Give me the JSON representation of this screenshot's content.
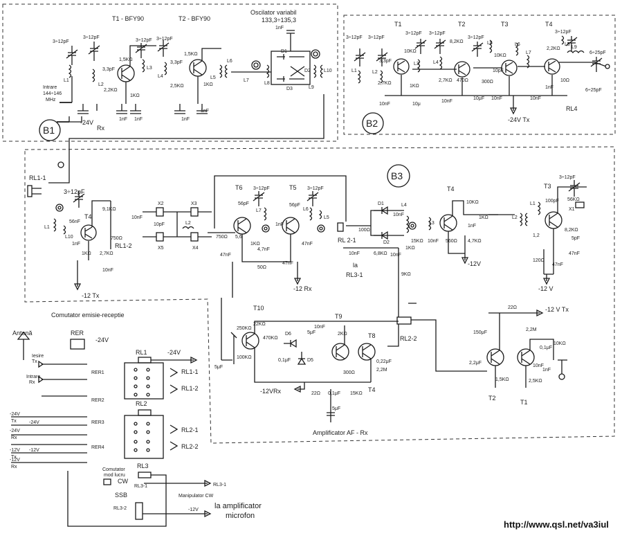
{
  "blocks": {
    "b1": {
      "label": "B1",
      "t1": "T1 - BFY90",
      "t2": "T2 - BFY90",
      "osc_title": "Oscilator variabil",
      "osc_range": "133,3÷135,3",
      "input_label": "Intrare",
      "input_range": "144÷146",
      "input_unit": "MHz",
      "supply": "-24V",
      "mode": "Rx"
    },
    "b2": {
      "label": "B2",
      "transistors": [
        "T1",
        "T2",
        "T3",
        "T4"
      ],
      "supply": "-24V Tx",
      "relay": "RL4"
    },
    "b3": {
      "label": "B3",
      "relay_rl11": "RL1-1",
      "relay_rl12": "RL1-2",
      "relay_rl21": "RL 2-1",
      "relay_rl31_prefix": "la",
      "relay_rl31": "RL3-1",
      "relay_rl22": "RL2-2",
      "supply_12tx": "-12 Tx",
      "supply_12rx": "-12 Rx",
      "supply_12v": "-12V",
      "supply_12v_b": "-12 V",
      "supply_12v_tx": "-12 V Tx",
      "supply_12vrx": "-12VRx",
      "af_amp": "Amplificator AF - Rx",
      "transistors": [
        "T4",
        "T6",
        "T5",
        "T4",
        "T3",
        "T10",
        "T9",
        "T8",
        "T4",
        "T2",
        "T1"
      ]
    },
    "switch": {
      "title": "Comutator emisie-receptie",
      "antenna": "Antenă",
      "rer": "RER",
      "rer_supply": "-24V",
      "out_tx_a": "Iesire",
      "out_tx_b": "Tx",
      "in_rx_a": "Intrare",
      "in_rx_b": "Rx",
      "rer1": "RER1",
      "rer2": "RER2",
      "rer3": "RER3",
      "rer4": "RER4",
      "rl1": "RL1",
      "rl2": "RL2",
      "rl3": "RL3",
      "rl1_supply": "-24V",
      "rl11": "RL1-1",
      "rl12": "RL1-2",
      "rl21": "RL2-1",
      "rl22": "RL2-2",
      "feeds": [
        {
          "v": "-24V",
          "m": "Tx"
        },
        {
          "v": "-24V",
          "m": ""
        },
        {
          "v": "-24V",
          "m": "Rx"
        },
        {
          "v": "-12V",
          "m": "Tx"
        },
        {
          "v": "-12V",
          "m": ""
        },
        {
          "v": "-12V",
          "m": "Rx"
        }
      ],
      "mode_switch_a": "Comutator",
      "mode_switch_b": "mod lucru",
      "cw": "CW",
      "ssb": "SSB",
      "rl31": "RL3-1",
      "rl31_out": "RL3-1",
      "rl32": "RL3-2",
      "keyer": "Manipulator CW",
      "mic_supply": "-12V",
      "mic_amp_a": "la amplificator",
      "mic_amp_b": "microfon"
    },
    "components": {
      "c1": "3÷12pF",
      "c2": "3÷12pF",
      "c3": "3÷12pF",
      "c4": "3÷12pF",
      "c5": "1nF",
      "c6": "3,3pF",
      "c7": "3,3pF",
      "r1": "1,5KΩ",
      "r2": "2,2KΩ",
      "r3": "1KΩ",
      "r4": "1,5KΩ",
      "r5": "2,5KΩ",
      "r6": "1KΩ",
      "c8": "1nF",
      "c9": "1nF",
      "c10": "1nF",
      "c11": "1nF",
      "l1": "L1",
      "l2": "L2",
      "l3": "L3",
      "l4": "L4",
      "l5": "L5",
      "l6": "L6",
      "l7": "L7",
      "l8": "L8",
      "l9": "L9",
      "l10": "L10",
      "d1": "D1",
      "d2": "D2",
      "d3": "D3",
      "b2_c1": "3÷12pF",
      "b2_c2": "3÷12pF",
      "b2_c3": "3÷12pF",
      "b2_c4": "3÷12pF",
      "b2_c5": "3÷12pF",
      "b2_c6": "3÷12pF",
      "b2_c7": "6÷25pF",
      "b2_c8": "6÷25pF",
      "b2_r1": "10KΩ",
      "b2_r2": "8,2KΩ",
      "b2_r3": "10KΩ",
      "b2_r4": "2,2KΩ",
      "b2_r5": "2,7KΩ",
      "b2_r6": "1KΩ",
      "b2_r7": "2,7KΩ",
      "b2_r8": "470Ω",
      "b2_r9": "300Ω",
      "b2_r10": "10Ω",
      "b2_c9": "3,3pF",
      "b2_c10": "10pF",
      "b2_c11": "10nF",
      "b2_c12": "10μ",
      "b2_c13": "10nF",
      "b2_c14": "10μF",
      "b2_c15": "10nF",
      "b2_c16": "10nF",
      "b2_c17": "1nF",
      "b3_cv1": "3÷12pF",
      "b3_c1": "56nF",
      "b3_r1": "9,1KΩ",
      "b3_r2": "750Ω",
      "b3_r3": "1KΩ",
      "b3_r4": "2,7KΩ",
      "b3_c2": "10nF",
      "b3_c3": "1nF",
      "b3_c4": "10nF",
      "x1": "X1",
      "x2": "X2",
      "x3": "X3",
      "x4": "X4",
      "x5": "X5",
      "b3_c5": "10pF",
      "b3_cv2": "3÷12pF",
      "b3_cv3": "3÷12pF",
      "b3_c6": "56pF",
      "b3_c7": "56pF",
      "b3_r5": "750Ω",
      "b3_r6": "5,6",
      "b3_r7": "1KΩ",
      "b3_c8": "4,7nF",
      "b3_c9": "47nF",
      "b3_r8": "50Ω",
      "b3_c10": "47nF",
      "b3_c11": "1nF",
      "b3_c12": "100Ω",
      "b3_d1": "D1",
      "b3_d2": "D2",
      "b3_l4": "L4",
      "b3_c13": "10nF",
      "b3_r9": "6,8KΩ",
      "b3_c14": "10nF",
      "b3_r10": "15KΩ",
      "b3_r11": "1KΩ",
      "b3_r12": "10KΩ",
      "b3_l3": "L3",
      "b3_r13": "560Ω",
      "b3_r14": "4,7KΩ",
      "b3_r15": "1KΩ",
      "b3_l2": "L2",
      "b3_l1": "L1",
      "b3_c15": "100pF",
      "b3_r16": "56KΩ",
      "b3_r17": "8,2KΩ",
      "b3_r18": "1,2",
      "b3_r19": "120Ω",
      "b3_c16": "5pF",
      "b3_c17": "47nF",
      "b3_c18": "47nF",
      "b3_r20": "9KΩ",
      "af_r1": "22KΩ",
      "af_r2": "470KΩ",
      "af_r3": "250KΩ",
      "af_r4": "100KΩ",
      "af_c1": "5μF",
      "af_c2": "10nF",
      "af_c3": "0,1μF",
      "af_d1": "D6",
      "af_d2": "D5",
      "af_c4": "5μF",
      "af_r5": "2KΩ",
      "af_r6": "300Ω",
      "af_c5": "0,22μF",
      "af_r7": "2,2M",
      "af_r8": "22Ω",
      "af_c6": "0,1μF",
      "af_r9": "15KΩ",
      "af_c7": "5μF",
      "mic_r1": "22Ω",
      "mic_c1": "150μF",
      "mic_r2": "2,2M",
      "mic_c2": "0,1μF",
      "mic_r3": "10KΩ",
      "mic_c3": "2,2μF",
      "mic_r4": "1,5KΩ",
      "mic_r5": "2,5KΩ",
      "mic_c4": "10nF",
      "mic_c5": "1nF"
    }
  },
  "footer": {
    "url": "http://www.qsl.net/va3iul"
  }
}
